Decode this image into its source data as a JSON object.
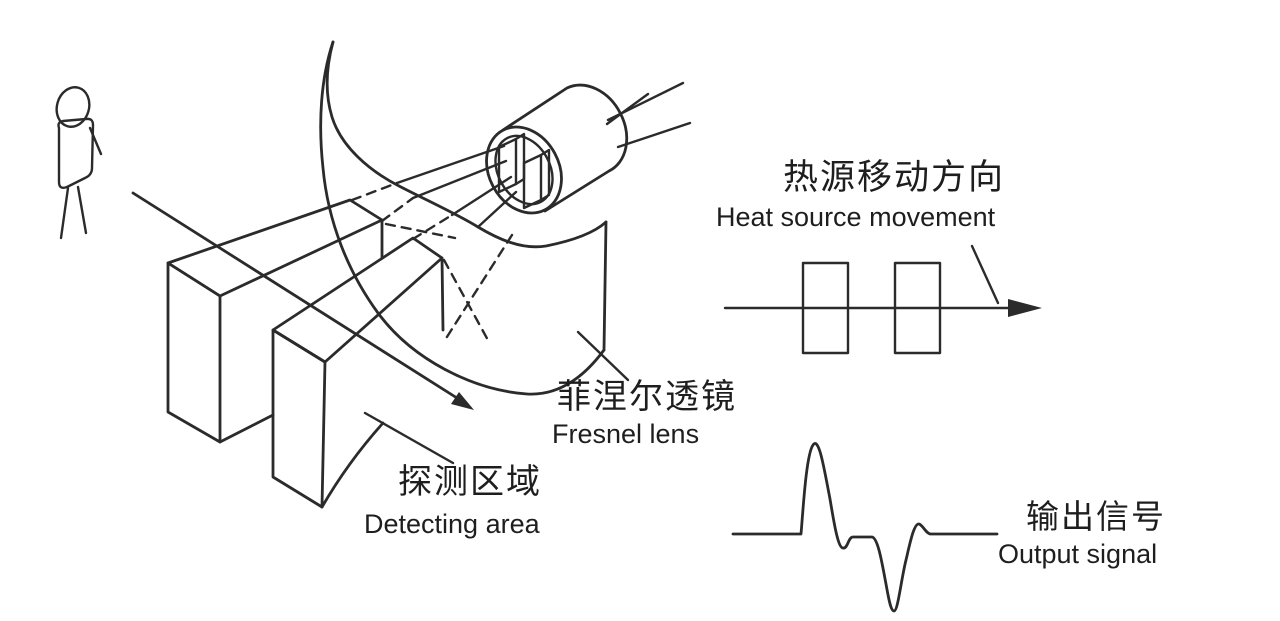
{
  "colors": {
    "background": "#ffffff",
    "line": "#2b2b2b",
    "text": "#1e1e1e"
  },
  "labels": {
    "fresnel_lens": {
      "zh": "菲涅尔透镜",
      "en": "Fresnel lens"
    },
    "detecting_area": {
      "zh": "探测区域",
      "en": "Detecting area"
    },
    "heat_source_movement": {
      "zh": "热源移动方向",
      "en": "Heat source movement"
    },
    "output_signal": {
      "zh": "输出信号",
      "en": "Output signal"
    }
  },
  "components": [
    "person-figure",
    "detection-beam-slab-1",
    "detection-beam-slab-2",
    "detection-direction-arrow",
    "fresnel-lens-sheet",
    "pir-sensor",
    "sensor-elements",
    "sensor-leads",
    "focused-beam-lines",
    "hidden-beam-dashed-lines",
    "heat-source-squares",
    "heat-source-direction-arrow",
    "output-signal-waveform"
  ]
}
